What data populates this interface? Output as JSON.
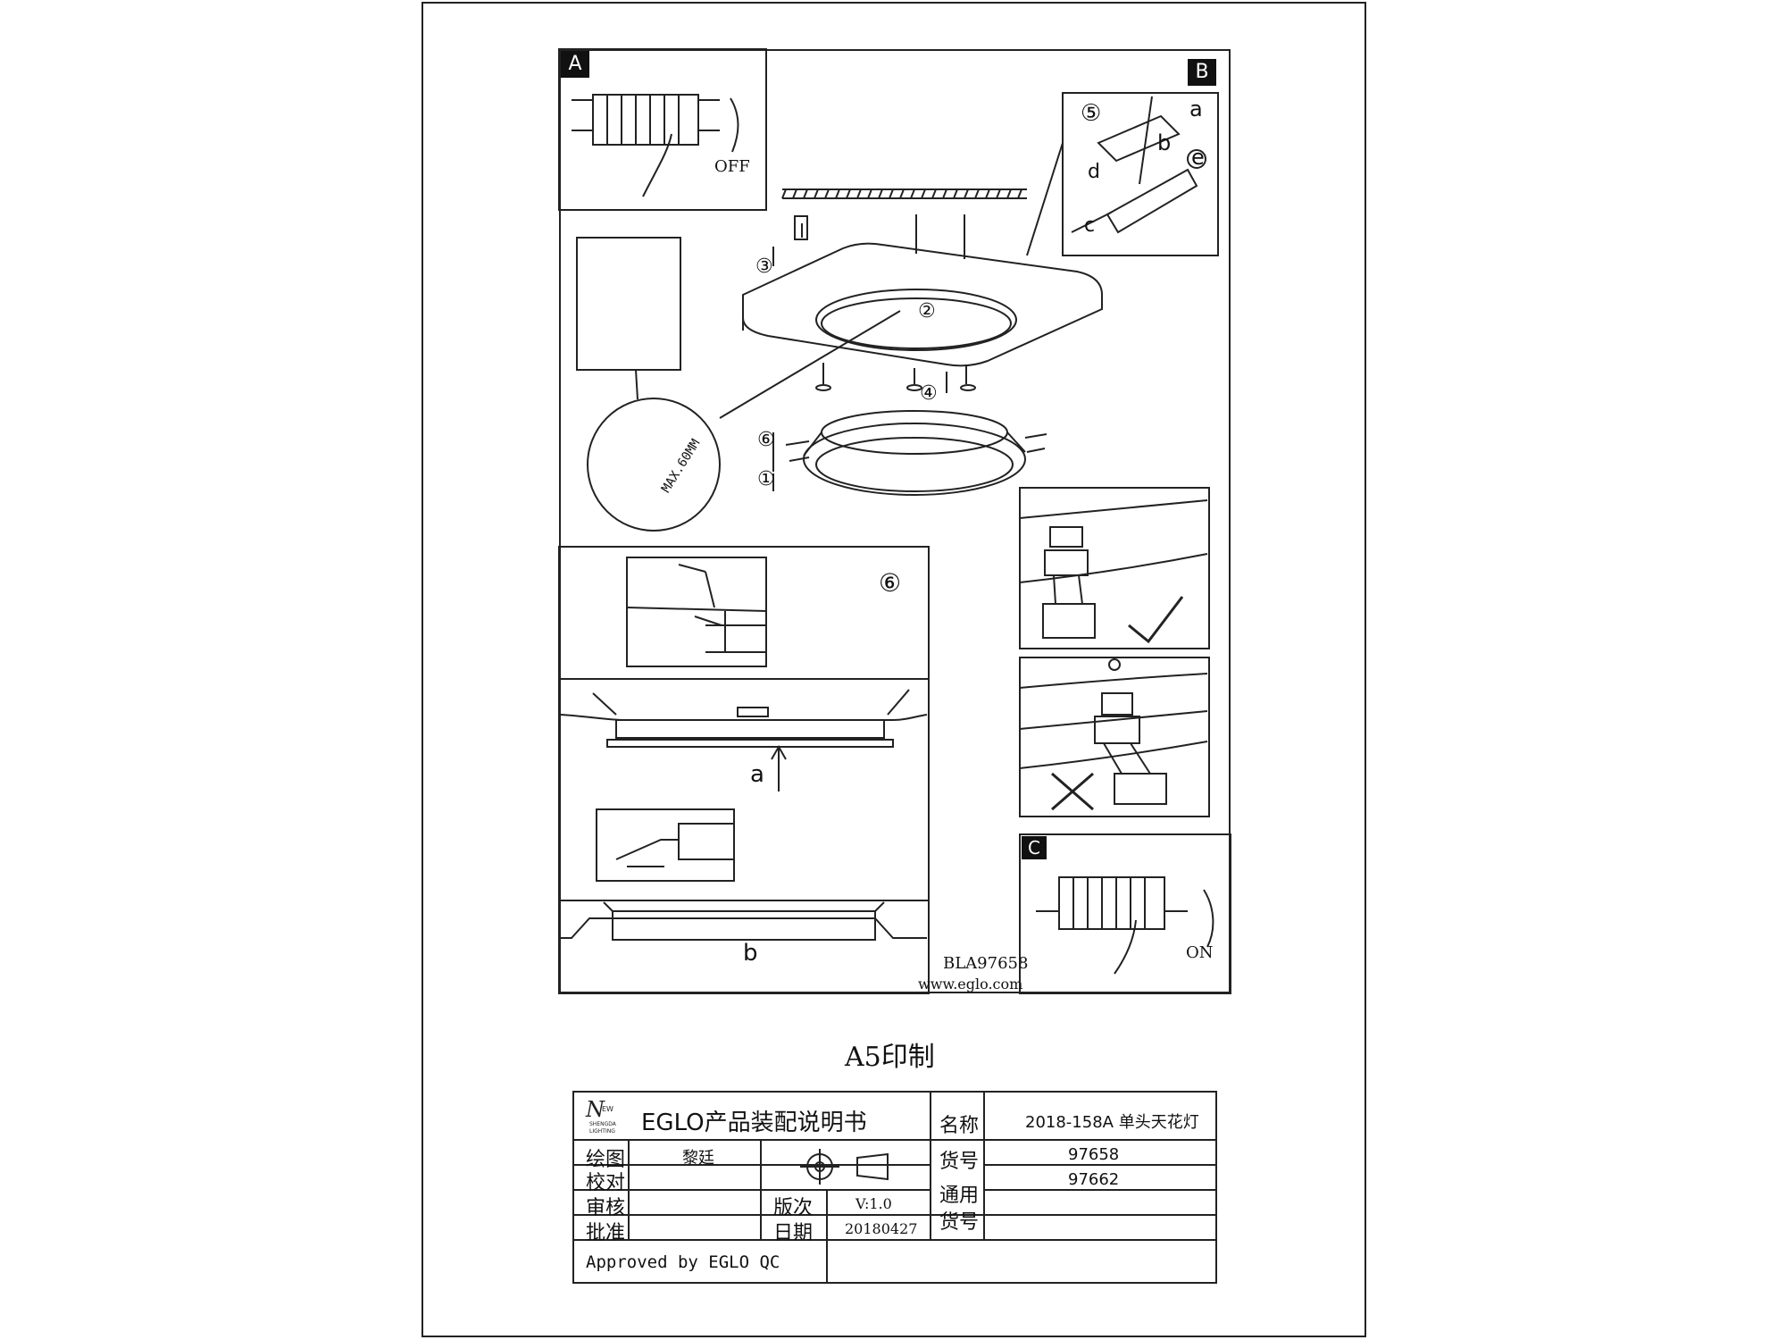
{
  "steps": {
    "a_label": "A",
    "b_label": "B",
    "c_label": "C",
    "off": "OFF",
    "on": "ON",
    "max_len": "MAX.60MM",
    "n1": "①",
    "n2": "②",
    "n3": "③",
    "n4": "④",
    "n5": "⑤",
    "n6": "⑥",
    "n6_panel": "⑥",
    "wire_a": "a",
    "wire_b": "b",
    "wire_c": "c",
    "wire_d": "d",
    "wire_e": "e",
    "sub_a": "a",
    "sub_b": "b",
    "check": "✓",
    "cross": "✕"
  },
  "footer_info": {
    "model_code": "BLA97658",
    "website": "www.eglo.com",
    "print_note": "A5印制"
  },
  "title_block": {
    "logo_text": "NEW SHENGDA LIGHTING",
    "doc_title": "EGLO产品装配说明书",
    "name_label": "名称",
    "name_value": "2018-158A 单头天花灯",
    "drawn_label": "绘图",
    "drawn_value": "黎廷",
    "check_label": "校对",
    "review_label": "审核",
    "approve_label": "批准",
    "item_label": "货号",
    "item_value": "97658",
    "common_label_1": "通用",
    "common_label_2": "货号",
    "common_value_1": "97662",
    "common_value_2": "",
    "common_value_3": "",
    "version_label": "版次",
    "version_value": "V:1.0",
    "date_label": "日期",
    "date_value": "20180427",
    "approved_by": "Approved by EGLO QC"
  }
}
